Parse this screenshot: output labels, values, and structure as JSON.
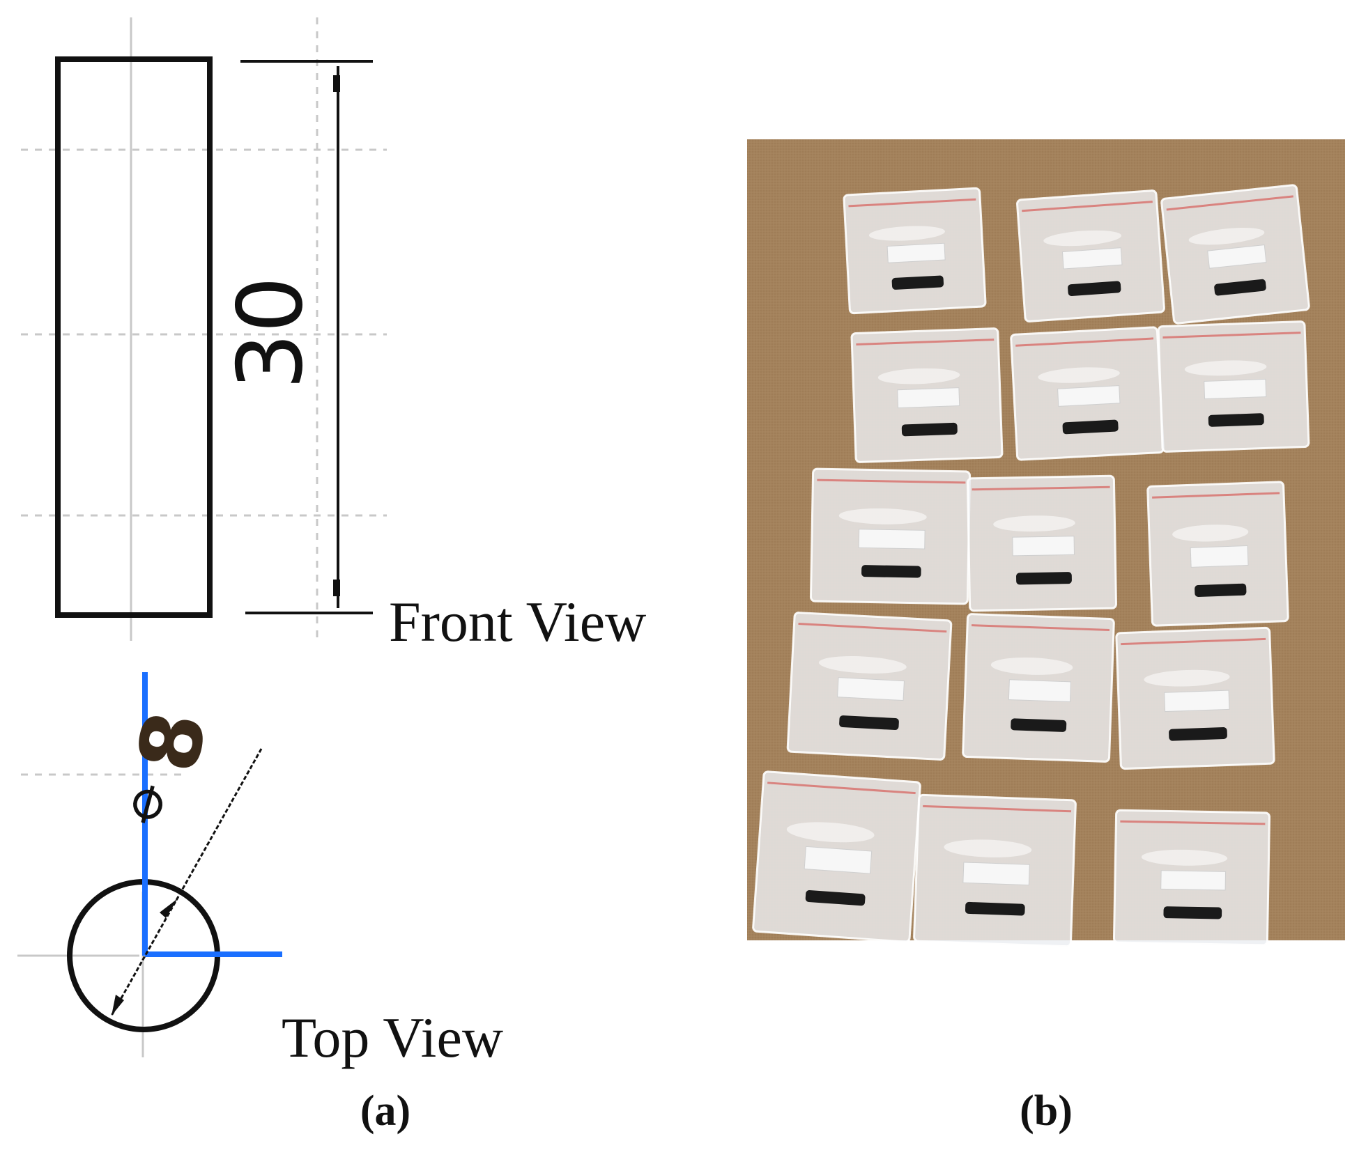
{
  "panel_a": {
    "dimension_height": "30",
    "diameter_symbol": "⌀",
    "dimension_diameter": "8",
    "front_view_label": "Front View",
    "top_view_label": "Top View",
    "caption": "(a)"
  },
  "panel_b": {
    "caption": "(b)",
    "bag_count": 15
  },
  "colors": {
    "line": "#111111",
    "grid": "#c8c8c8",
    "axis_blue": "#1a6fff",
    "dimension_text_dark": "#3a2a1a",
    "table_wood": "#a4825c"
  }
}
